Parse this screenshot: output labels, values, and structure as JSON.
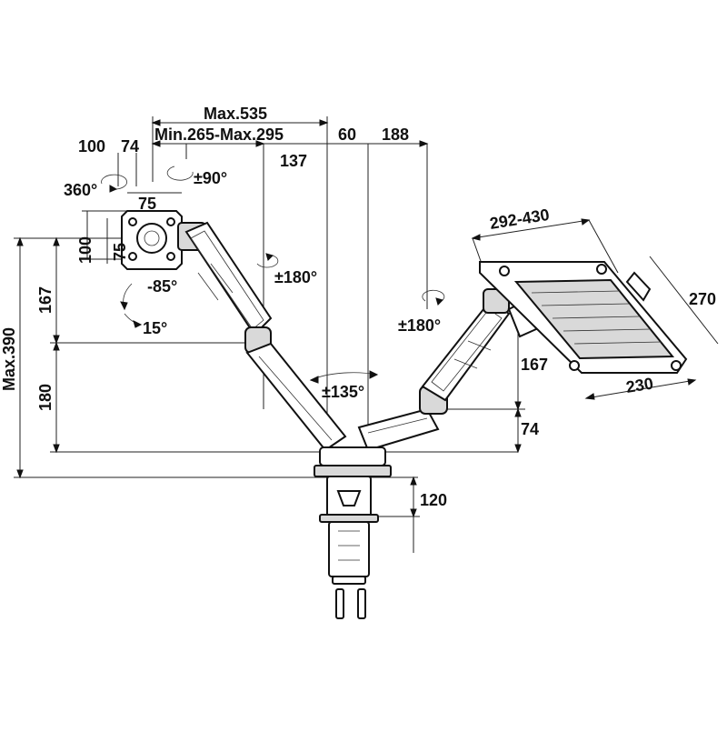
{
  "colors": {
    "line": "#111111",
    "fill": "#ffffff",
    "shade": "#d9d9d9"
  },
  "icons": [
    "rotation-arrow-icon",
    "mount-plate-icon",
    "laptop-tray-icon",
    "desk-clamp-icon"
  ],
  "labels": {
    "max_535": "Max.535",
    "min_max_reach": "Min.265-Max.295",
    "w100": "100",
    "w74": "74",
    "w60": "60",
    "w188": "188",
    "w137": "137",
    "rot360": "360°",
    "tilt90": "±90°",
    "vesa75w": "75",
    "vesa100": "100",
    "vesa75h": "75",
    "tilt_neg85": "-85°",
    "tilt15": "15°",
    "h167_left": "167",
    "h180_left": "180",
    "max390": "Max.390",
    "swivel180_left": "±180°",
    "swivel135": "±135°",
    "swivel180_right": "±180°",
    "tray_292_430": "292-430",
    "tray_270": "270",
    "tray_230": "230",
    "h167_right": "167",
    "h74_right": "74",
    "clamp120": "120"
  }
}
